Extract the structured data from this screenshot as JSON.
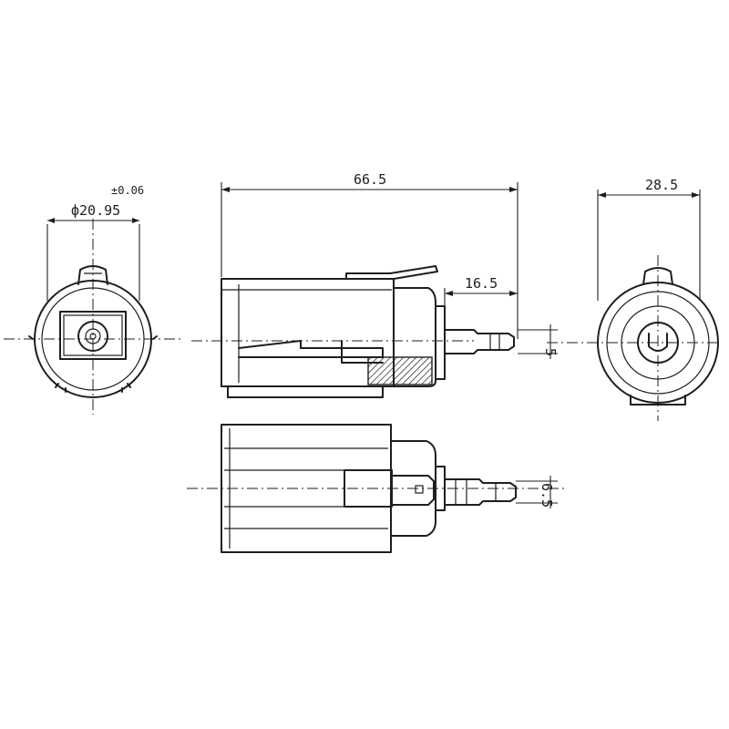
{
  "dimensions": {
    "tolerance": "±0.06",
    "diameter": "ф20.95",
    "overall_length": "66.5",
    "terminal_length": "16.5",
    "width_right": "28.5",
    "pin_width": "5",
    "terminal_height": "6.5"
  },
  "views": [
    "front-view",
    "side-view",
    "end-view",
    "top-view"
  ],
  "colors": {
    "line": "#1e1e1e",
    "hatch": "#1e1e1e",
    "background": "#ffffff"
  }
}
